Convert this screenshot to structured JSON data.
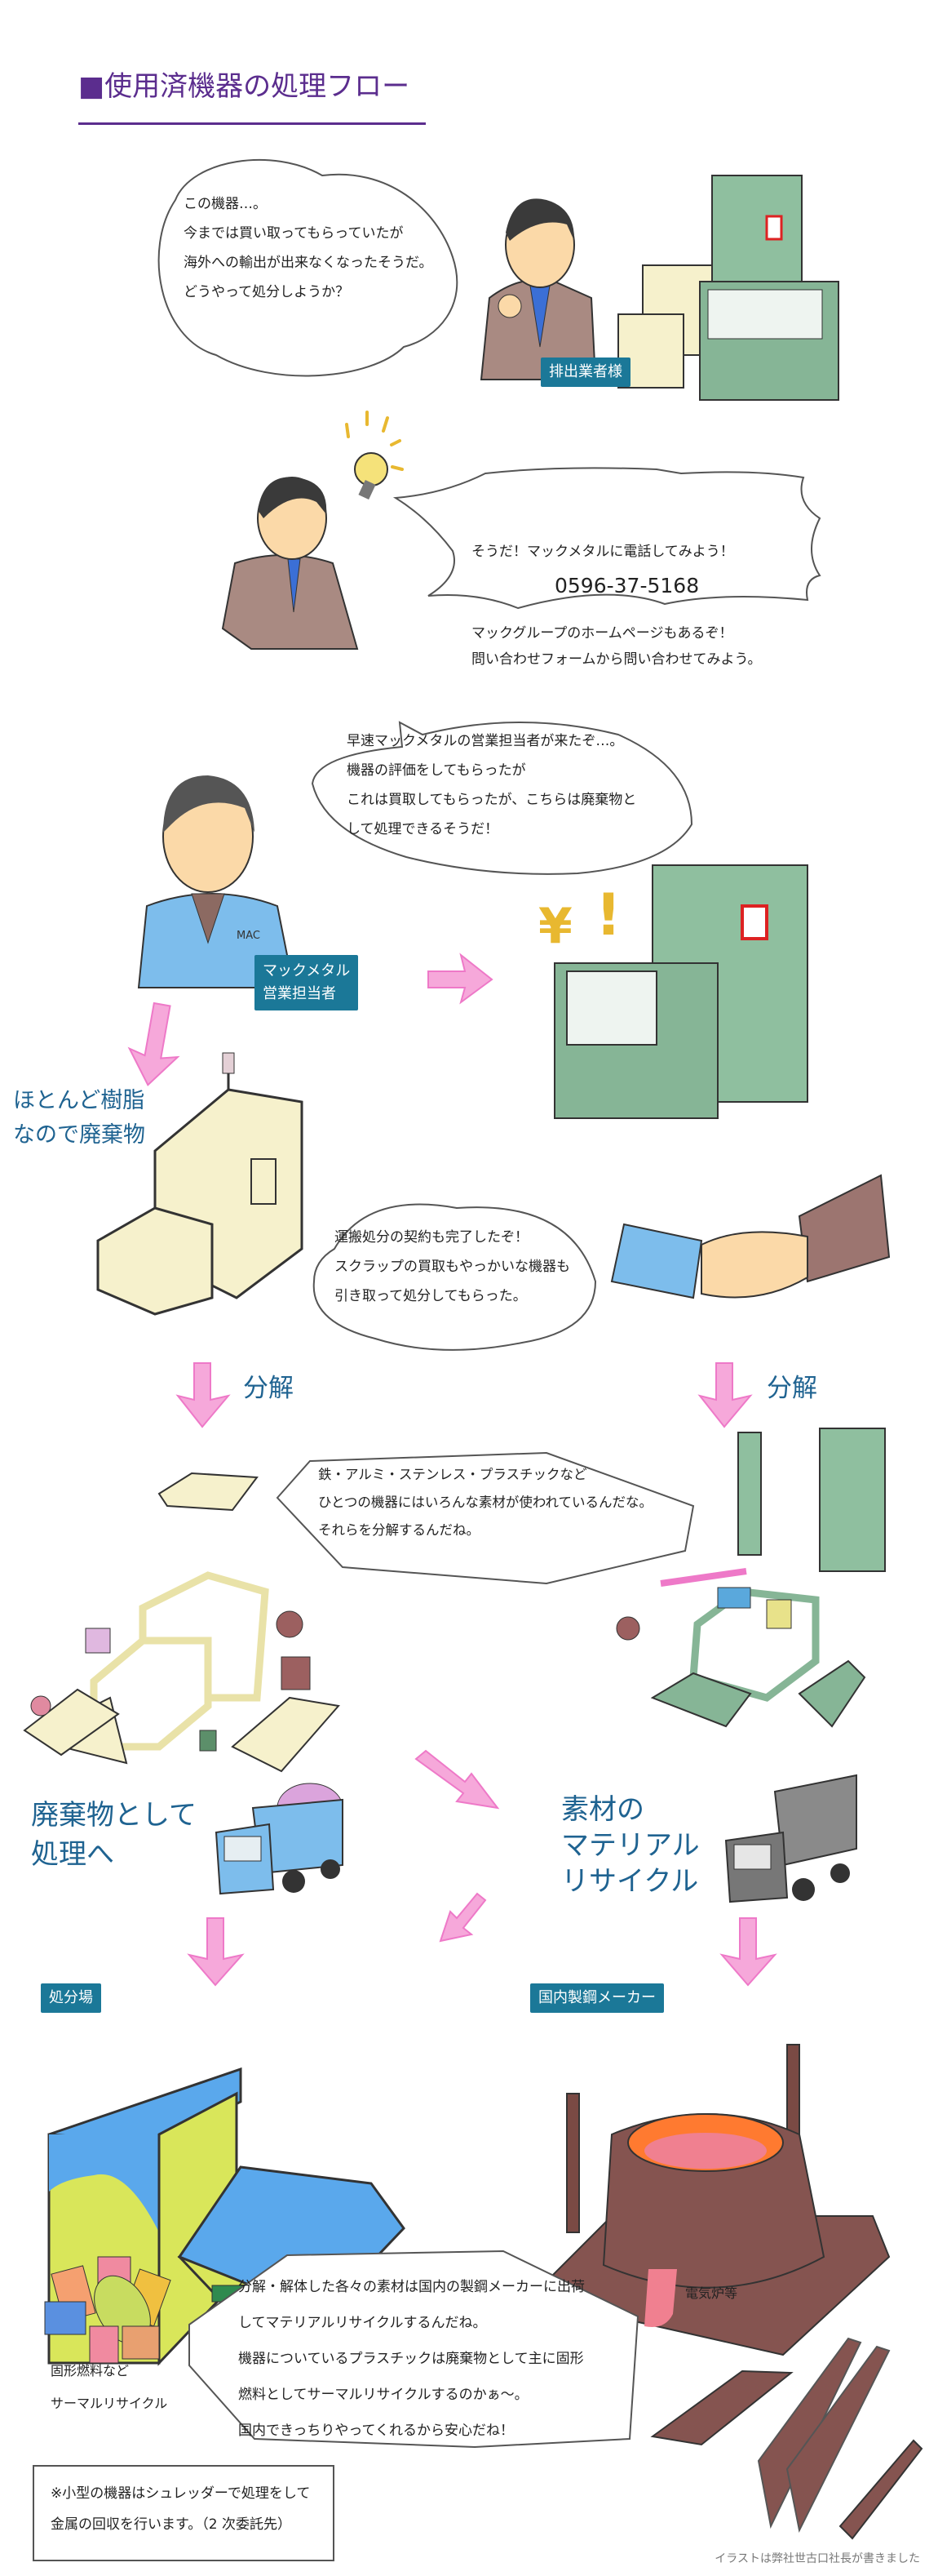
{
  "header": {
    "title": "■使用済機器の処理フロー"
  },
  "scene1": {
    "bubble_lines": [
      "この機器…。",
      "今までは買い取ってもらっていたが",
      "海外への輸出が出来なくなったそうだ。",
      "どうやって処分しようか？"
    ],
    "label": "排出業者様"
  },
  "scene2": {
    "line1": "そうだ！マックメタルに電話してみよう！",
    "phone": "0596-37-5168",
    "line3": "マックグループのホームページもあるぞ！",
    "line4": "問い合わせフォームから問い合わせてみよう。"
  },
  "scene3": {
    "bubble_lines": [
      "早速マックメタルの営業担当者が来たぞ…。",
      "機器の評価をしてもらったが",
      "これは買取してもらったが、こちらは廃棄物と",
      "して処理できるそうだ！"
    ],
    "label_line1": "マックメタル",
    "label_line2": "営業担当者",
    "shirt_logo": "MAC"
  },
  "waste_note": {
    "line1": "ほとんど樹脂",
    "line2": "なので廃棄物"
  },
  "scene4": {
    "bubble_lines": [
      "運搬処分の契約も完了したぞ！",
      "スクラップの買取もやっかいな機器も",
      "引き取って処分してもらった。"
    ]
  },
  "disassembly": {
    "left_label": "分解",
    "right_label": "分解"
  },
  "scene5": {
    "bubble_lines": [
      "鉄・アルミ・ステンレス・プラスチックなど",
      "ひとつの機器にはいろんな素材が使われているんだな。",
      "それらを分解するんだね。"
    ]
  },
  "routes": {
    "waste": {
      "line1": "廃棄物として",
      "line2": "処理へ"
    },
    "recycle": {
      "line1": "素材の",
      "line2": "マテリアル",
      "line3": "リサイクル"
    }
  },
  "destinations": {
    "landfill_label": "処分場",
    "steel_label": "国内製鋼メーカー",
    "furnace_caption": "電気炉等",
    "fuel_caption_line1": "固形燃料など",
    "fuel_caption_line2": "サーマルリサイクル"
  },
  "scene6": {
    "bubble_lines": [
      "分解・解体した各々の素材は国内の製鋼メーカーに出荷",
      "してマテリアルリサイクルするんだね。",
      "機器についているプラスチックは廃棄物として主に固形",
      "燃料としてサーマルリサイクルするのかぁ〜。",
      "国内できっちりやってくれるから安心だね！"
    ]
  },
  "footnote": {
    "line1": "※小型の機器はシュレッダーで処理をして",
    "line2": "金属の回収を行います。（2 次委託先）"
  },
  "credit": "イラストは弊社世古口社長が書きました",
  "colors": {
    "accent": "#5b2d8e",
    "label_bg": "#1b7898",
    "heading_blue": "#1f6391",
    "arrow_pink": "#ee79c8",
    "machine_green": "#8fbf9f",
    "machine_cream": "#f6f1cc"
  }
}
